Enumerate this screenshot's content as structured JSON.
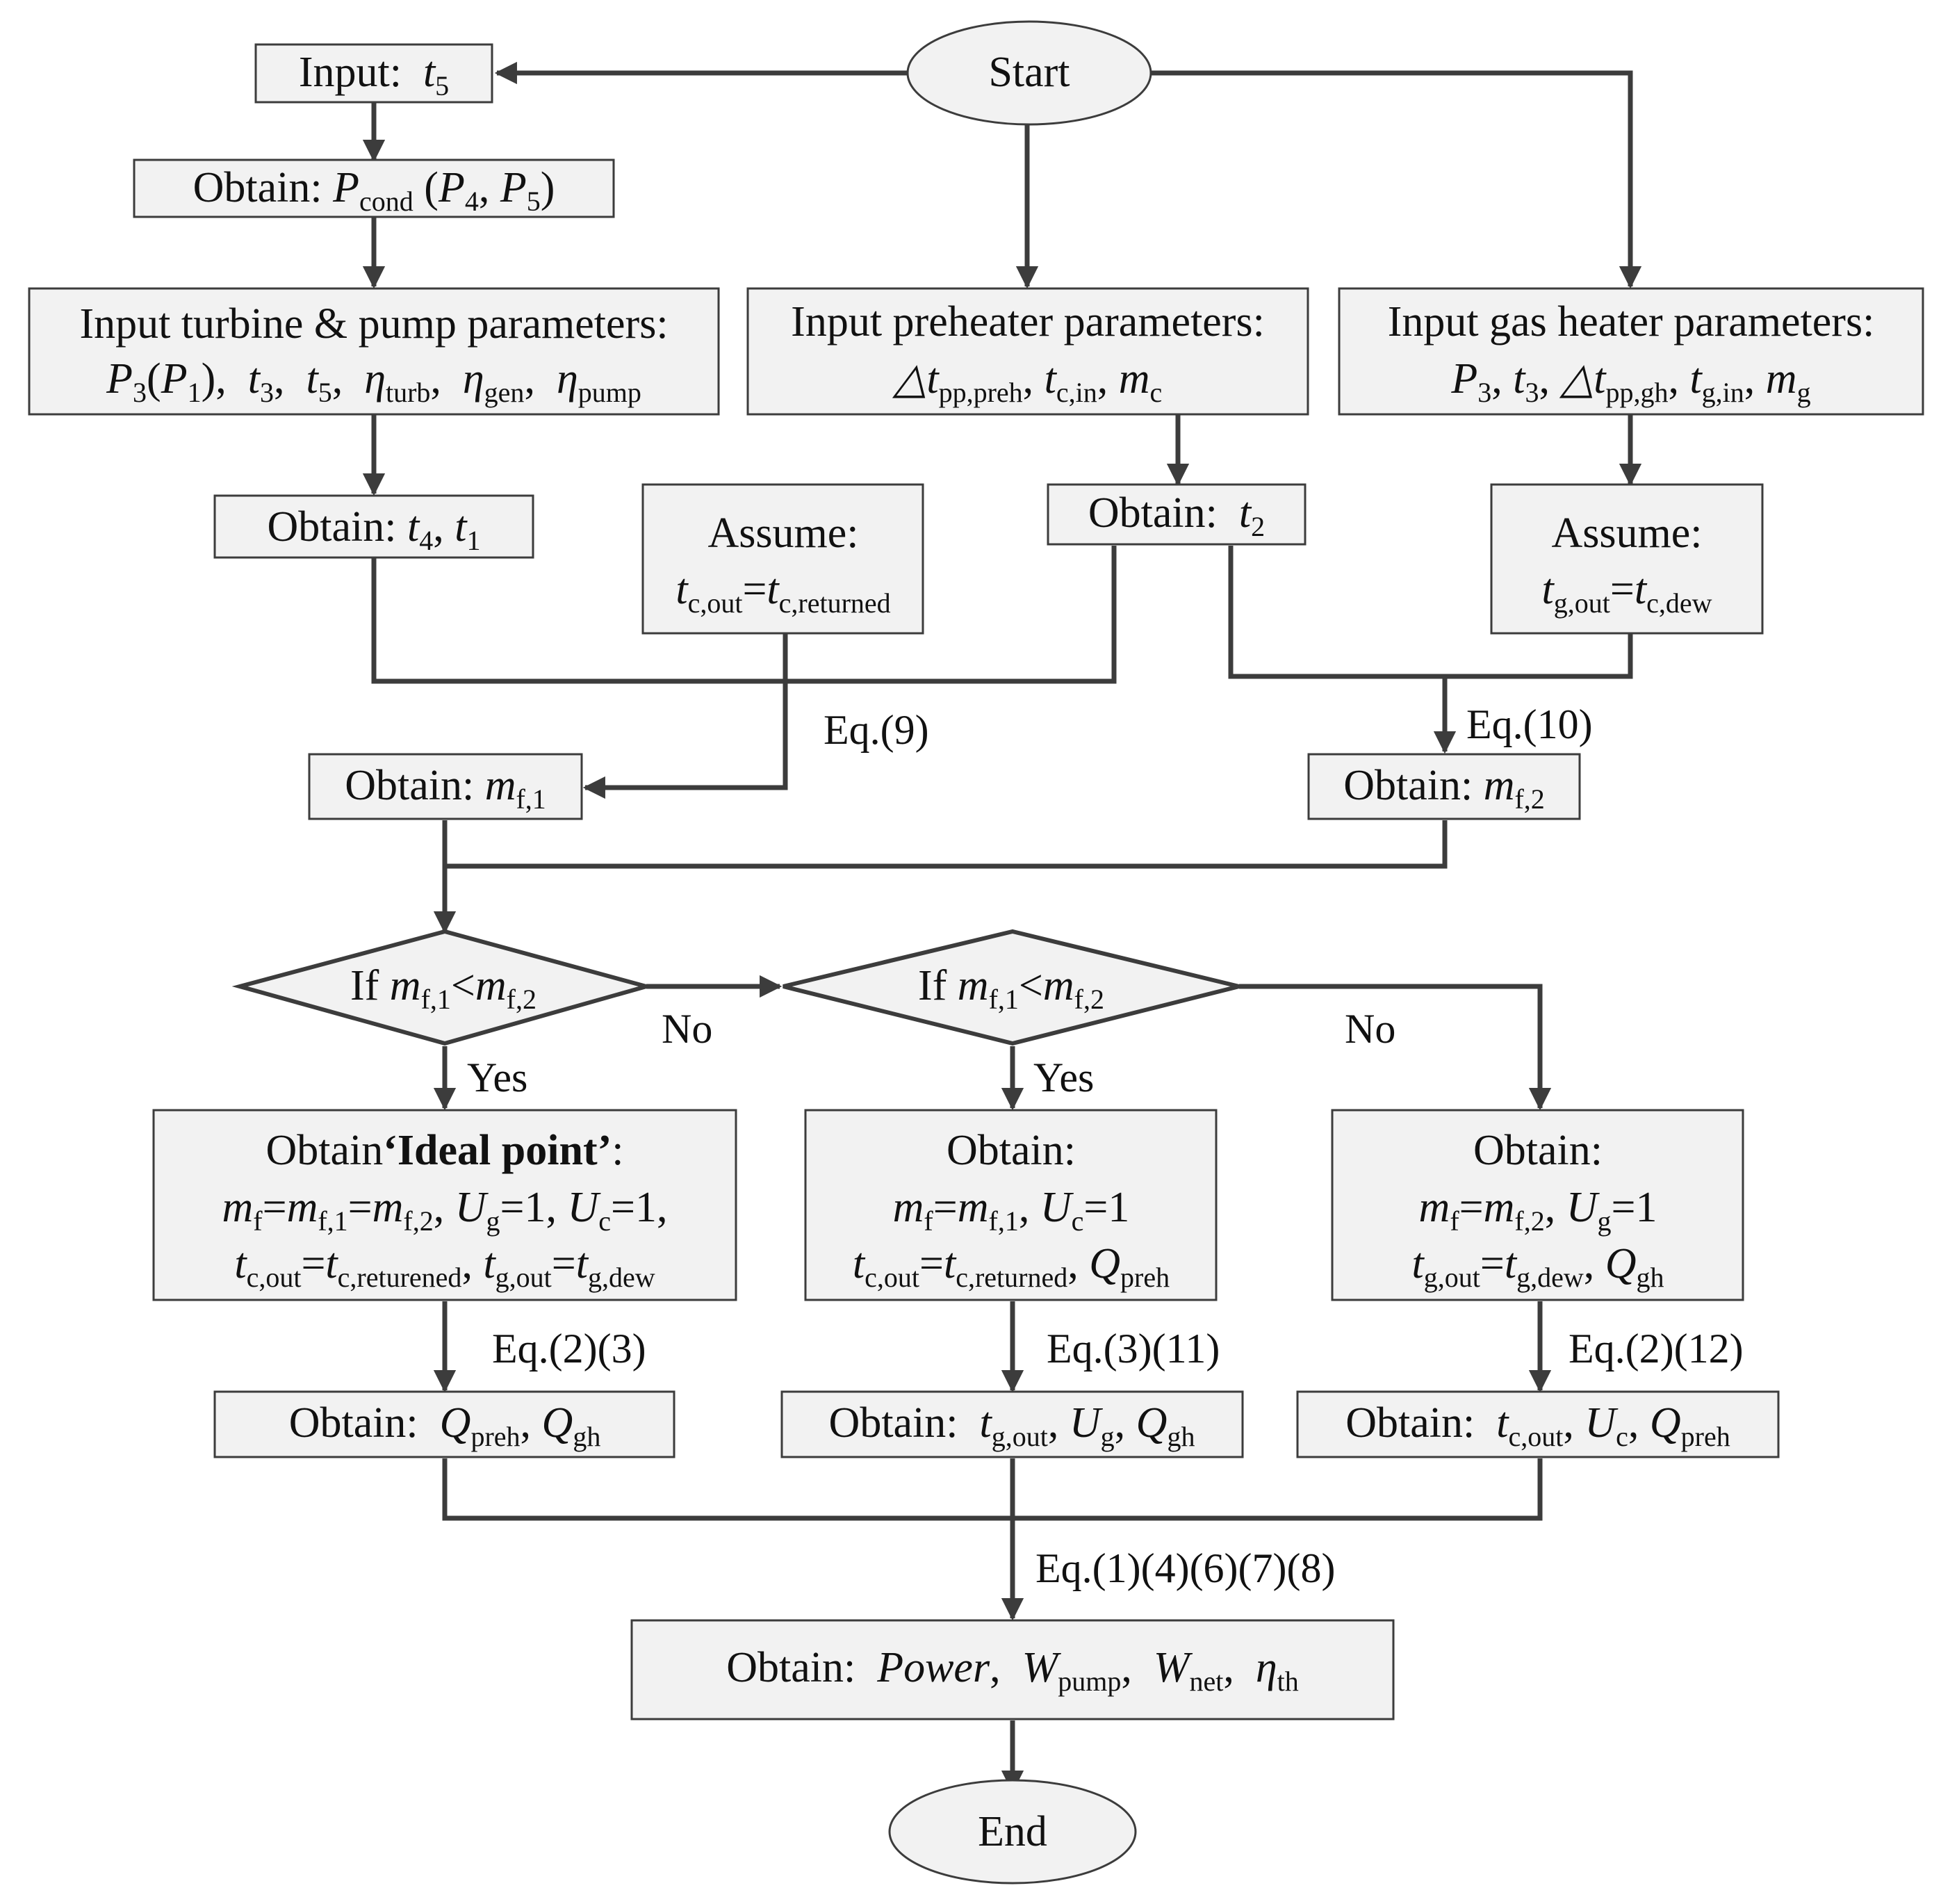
{
  "nodes": {
    "start": [
      "Start"
    ],
    "input_t5": [
      "Input:  ",
      {
        "i": "t"
      },
      {
        "s": "5"
      }
    ],
    "pcond": [
      "Obtain: ",
      {
        "i": "P"
      },
      {
        "s": "cond"
      },
      " (",
      {
        "i": "P"
      },
      {
        "s": "4"
      },
      ", ",
      {
        "i": "P"
      },
      {
        "s": "5"
      },
      ")"
    ],
    "turbine": {
      "l1": [
        "Input turbine & pump parameters:"
      ],
      "l2": [
        {
          "i": "P"
        },
        {
          "s": "3"
        },
        "(",
        {
          "i": "P"
        },
        {
          "s": "1"
        },
        "),  ",
        {
          "i": "t"
        },
        {
          "s": "3"
        },
        ",  ",
        {
          "i": "t"
        },
        {
          "s": "5"
        },
        ",  ",
        {
          "i": "η"
        },
        {
          "s": "turb"
        },
        ",  ",
        {
          "i": "η"
        },
        {
          "s": "gen"
        },
        ",  ",
        {
          "i": "η"
        },
        {
          "s": "pump"
        }
      ]
    },
    "preheater": {
      "l1": [
        "Input preheater parameters:"
      ],
      "l2": [
        {
          "i": "△t"
        },
        {
          "s": "pp,preh"
        },
        ", ",
        {
          "i": "t"
        },
        {
          "s": "c,in"
        },
        ", ",
        {
          "i": "m"
        },
        {
          "s": "c"
        }
      ]
    },
    "gasheater": {
      "l1": [
        "Input gas heater parameters:"
      ],
      "l2": [
        {
          "i": "P"
        },
        {
          "s": "3"
        },
        ", ",
        {
          "i": "t"
        },
        {
          "s": "3"
        },
        ", ",
        {
          "i": "△t"
        },
        {
          "s": "pp,gh"
        },
        ", ",
        {
          "i": "t"
        },
        {
          "s": "g,in"
        },
        ", ",
        {
          "i": "m"
        },
        {
          "s": "g"
        }
      ]
    },
    "t4t1": [
      "Obtain: ",
      {
        "i": "t"
      },
      {
        "s": "4"
      },
      ", ",
      {
        "i": "t"
      },
      {
        "s": "1"
      }
    ],
    "assume_c": {
      "l1": [
        "Assume:"
      ],
      "l2": [
        {
          "i": "t"
        },
        {
          "s": "c,out"
        },
        "=",
        {
          "i": "t"
        },
        {
          "s": "c,returned"
        }
      ]
    },
    "t2": [
      "Obtain:  ",
      {
        "i": "t"
      },
      {
        "s": "2"
      }
    ],
    "assume_g": {
      "l1": [
        "Assume:"
      ],
      "l2": [
        {
          "i": "t"
        },
        {
          "s": "g,out"
        },
        "=",
        {
          "i": "t"
        },
        {
          "s": "c,dew"
        }
      ]
    },
    "mf1": [
      "Obtain: ",
      {
        "i": "m"
      },
      {
        "s": "f,1"
      }
    ],
    "mf2": [
      "Obtain: ",
      {
        "i": "m"
      },
      {
        "s": "f,2"
      }
    ],
    "dec1": [
      "If ",
      {
        "i": "m"
      },
      {
        "s": "f,1"
      },
      "<",
      {
        "i": "m"
      },
      {
        "s": "f,2"
      }
    ],
    "dec2": [
      "If ",
      {
        "i": "m"
      },
      {
        "s": "f,1"
      },
      "<",
      {
        "i": "m"
      },
      {
        "s": "f,2"
      }
    ],
    "ideal": {
      "l1": [
        "Obtain",
        {
          "b": "‘Ideal point’"
        },
        ":"
      ],
      "l2": [
        {
          "i": "m"
        },
        {
          "s": "f"
        },
        "=",
        {
          "i": "m"
        },
        {
          "s": "f,1"
        },
        "=",
        {
          "i": "m"
        },
        {
          "s": "f,2"
        },
        ", ",
        {
          "i": "U"
        },
        {
          "s": "g"
        },
        "=1, ",
        {
          "i": "U"
        },
        {
          "s": "c"
        },
        "=1,"
      ],
      "l3": [
        {
          "i": "t"
        },
        {
          "s": "c,out"
        },
        "=",
        {
          "i": "t"
        },
        {
          "s": "c,returened"
        },
        ", ",
        {
          "i": "t"
        },
        {
          "s": "g,out"
        },
        "=",
        {
          "i": "t"
        },
        {
          "s": "g,dew"
        }
      ]
    },
    "mid_box": {
      "l1": [
        "Obtain:"
      ],
      "l2": [
        {
          "i": "m"
        },
        {
          "s": "f"
        },
        "=",
        {
          "i": "m"
        },
        {
          "s": "f,1"
        },
        ", ",
        {
          "i": "U"
        },
        {
          "s": "c"
        },
        "=1"
      ],
      "l3": [
        {
          "i": "t"
        },
        {
          "s": "c,out"
        },
        "=",
        {
          "i": "t"
        },
        {
          "s": "c,returned"
        },
        ", ",
        {
          "i": "Q"
        },
        {
          "s": "preh"
        }
      ]
    },
    "right_box": {
      "l1": [
        "Obtain:"
      ],
      "l2": [
        {
          "i": "m"
        },
        {
          "s": "f"
        },
        "=",
        {
          "i": "m"
        },
        {
          "s": "f,2"
        },
        ", ",
        {
          "i": "U"
        },
        {
          "s": "g"
        },
        "=1"
      ],
      "l3": [
        {
          "i": "t"
        },
        {
          "s": "g,out"
        },
        "=",
        {
          "i": "t"
        },
        {
          "s": "g,dew"
        },
        ", ",
        {
          "i": "Q"
        },
        {
          "s": "gh"
        }
      ]
    },
    "q1": [
      "Obtain:  ",
      {
        "i": "Q"
      },
      {
        "s": "preh"
      },
      ", ",
      {
        "i": "Q"
      },
      {
        "s": "gh"
      }
    ],
    "q2": [
      "Obtain:  ",
      {
        "i": "t"
      },
      {
        "s": "g,out"
      },
      ", ",
      {
        "i": "U"
      },
      {
        "s": "g"
      },
      ", ",
      {
        "i": "Q"
      },
      {
        "s": "gh"
      }
    ],
    "q3": [
      "Obtain:  ",
      {
        "i": "t"
      },
      {
        "s": "c,out"
      },
      ", ",
      {
        "i": "U"
      },
      {
        "s": "c"
      },
      ", ",
      {
        "i": "Q"
      },
      {
        "s": "preh"
      }
    ],
    "power": [
      "Obtain:  ",
      {
        "i": "Power"
      },
      ",  ",
      {
        "i": "W"
      },
      {
        "s": "pump"
      },
      ",  ",
      {
        "i": "W"
      },
      {
        "s": "net"
      },
      ",  ",
      {
        "i": "η"
      },
      {
        "s": "th"
      }
    ],
    "end": [
      "End"
    ]
  },
  "labels": {
    "eq9": [
      "Eq.(9)"
    ],
    "eq10": [
      "Eq.(10)"
    ],
    "no1": [
      "No"
    ],
    "no2": [
      "No"
    ],
    "yes1": [
      "Yes"
    ],
    "yes2": [
      "Yes"
    ],
    "eq23": [
      "Eq.(2)(3)"
    ],
    "eq311": [
      "Eq.(3)(11)"
    ],
    "eq212": [
      "Eq.(2)(12)"
    ],
    "eqfinal": [
      "Eq.(1)(4)(6)(7)(8)"
    ]
  },
  "colors": {
    "stroke": "#3c3c3c",
    "fill": "#f2f2f2",
    "text": "#111111"
  }
}
